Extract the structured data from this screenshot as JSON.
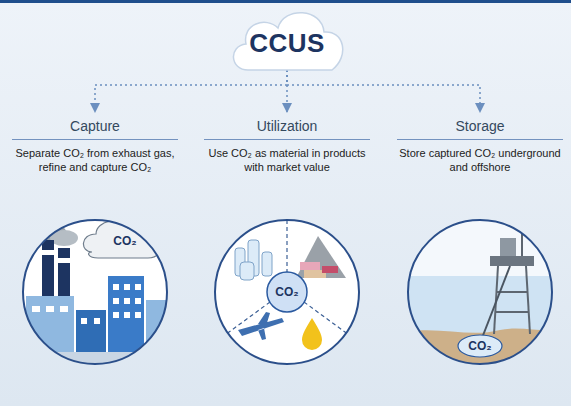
{
  "diagram": {
    "nodes": [
      {
        "text": [
          "CCUS"
        ]
      },
      {
        "text": [
          "Capture",
          "Separate CO₂ from exhaust gas, refine and capture CO₂"
        ]
      },
      {
        "text": [
          "Utilization",
          "Use CO₂ as material in products with market value"
        ]
      },
      {
        "text": [
          "Storage",
          "Store captured CO₂ underground and offshore"
        ]
      },
      {
        "text": [
          "CO₂"
        ]
      },
      {
        "text": [
          "CO₂"
        ]
      },
      {
        "text": [
          "CO₂"
        ]
      }
    ],
    "edges": [
      {
        "from": 0,
        "to": 1,
        "arrow": "to"
      },
      {
        "from": 0,
        "to": 2,
        "arrow": "to"
      },
      {
        "from": 0,
        "to": 3,
        "arrow": "to"
      }
    ]
  }
}
